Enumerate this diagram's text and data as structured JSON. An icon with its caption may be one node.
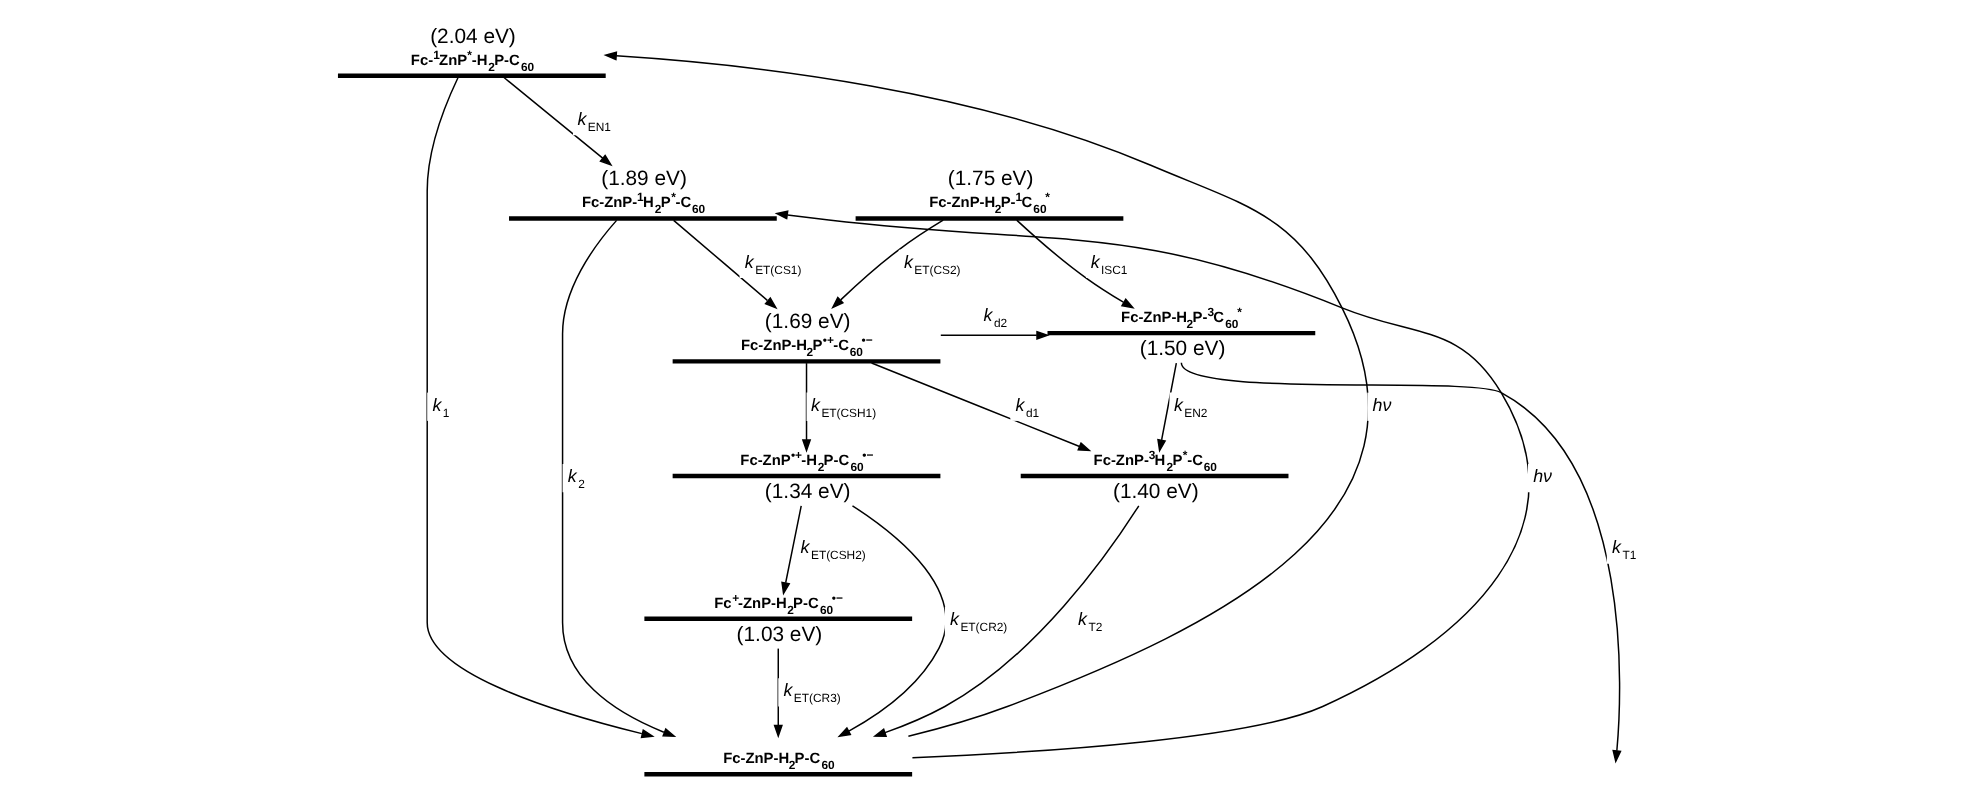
{
  "diagram": {
    "nodes": [
      {
        "text": [
          "Fc-$^{1}$ZnP$^{*}$-H$_{2}$P-C$_{60}$"
        ],
        "beside": [
          "(2.04 eV)"
        ]
      },
      {
        "text": [
          "Fc-ZnP-$^{1}$H$_{2}$P$^{*}$-C$_{60}$"
        ],
        "beside": [
          "(1.89 eV)"
        ]
      },
      {
        "text": [
          "Fc-ZnP-H$_{2}$P$^{•+}$-C$_{60}$$^{•−}$"
        ],
        "beside": [
          "(1.69 eV)"
        ]
      },
      {
        "text": [
          "Fc-ZnP-$^{3}$H$_{2}$P$^{*}$-C$_{60}$"
        ],
        "beside": [
          "(1.40 eV)"
        ]
      },
      {
        "text": [
          "Fc-ZnP-H$_{2}$P-$^{1}$C$_{60}$$^{*}$"
        ],
        "beside": [
          "(1.75 eV)"
        ]
      },
      {
        "text": [
          "Fc-ZnP-H$_{2}$P-$^{3}$C$_{60}$$^{*}$"
        ],
        "beside": [
          "(1.50 eV)"
        ]
      },
      {
        "text": [
          "Fc-ZnP$^{•+}$-H$_{2}$P-C$_{60}$$^{•−}$"
        ],
        "beside": [
          "(1.34 eV)"
        ]
      },
      {
        "text": [
          "Fc$^{+}$-ZnP-H$_{2}$P-C$_{60}$$^{•−}$"
        ],
        "beside": [
          "(1.03 eV)"
        ]
      },
      {
        "text": [
          "Fc-ZnP-H$_{2}$P-C$_{60}$"
        ]
      }
    ],
    "edges": [
      {
        "from": 8,
        "to": 0,
        "arrow": "to",
        "label": "*hν*"
      },
      {
        "from": 0,
        "to": 8,
        "arrow": "to",
        "label": "*k*$_{1}$"
      },
      {
        "from": 0,
        "to": 1,
        "arrow": "to",
        "label": "*k*$_{EN1}$"
      },
      {
        "from": 8,
        "to": 1,
        "arrow": "to",
        "label": "*hν*"
      },
      {
        "from": 1,
        "to": 8,
        "arrow": "to",
        "label": "*k*$_{2}$"
      },
      {
        "from": 1,
        "to": 2,
        "arrow": "to",
        "label": "*k*$_{ET(CS1)}$"
      },
      {
        "from": 2,
        "to": 3,
        "arrow": "to",
        "label": "*k*$_{d1}$"
      },
      {
        "from": 4,
        "to": 2,
        "arrow": "to",
        "label": "*k*$_{ET(CS2)}$"
      },
      {
        "from": 2,
        "to": 5,
        "arrow": "to",
        "label": "*k*$_{d2}$"
      },
      {
        "from": 4,
        "to": 5,
        "arrow": "to",
        "label": "*k*$_{ISC1}$"
      },
      {
        "from": 5,
        "to": 3,
        "arrow": "to",
        "label": "*k*$_{EN2}$"
      },
      {
        "from": 2,
        "to": 6,
        "arrow": "to",
        "label": "*k*$_{ET(CSH1)}$"
      },
      {
        "from": 6,
        "to": 7,
        "arrow": "to",
        "label": "*k*$_{ET(CSH2)}$"
      },
      {
        "from": 3,
        "to": 8,
        "arrow": "to",
        "label": "*k*$_{T2}$"
      },
      {
        "from": 6,
        "to": 8,
        "arrow": "to",
        "label": "*k*$_{ET(CR2)}$"
      },
      {
        "from": 7,
        "to": 8,
        "arrow": "to",
        "label": "*k*$_{ET(CR3)}$"
      },
      {
        "from": 5,
        "to": null,
        "arrow": "to",
        "label": "*k*$_{T1}$"
      }
    ]
  }
}
